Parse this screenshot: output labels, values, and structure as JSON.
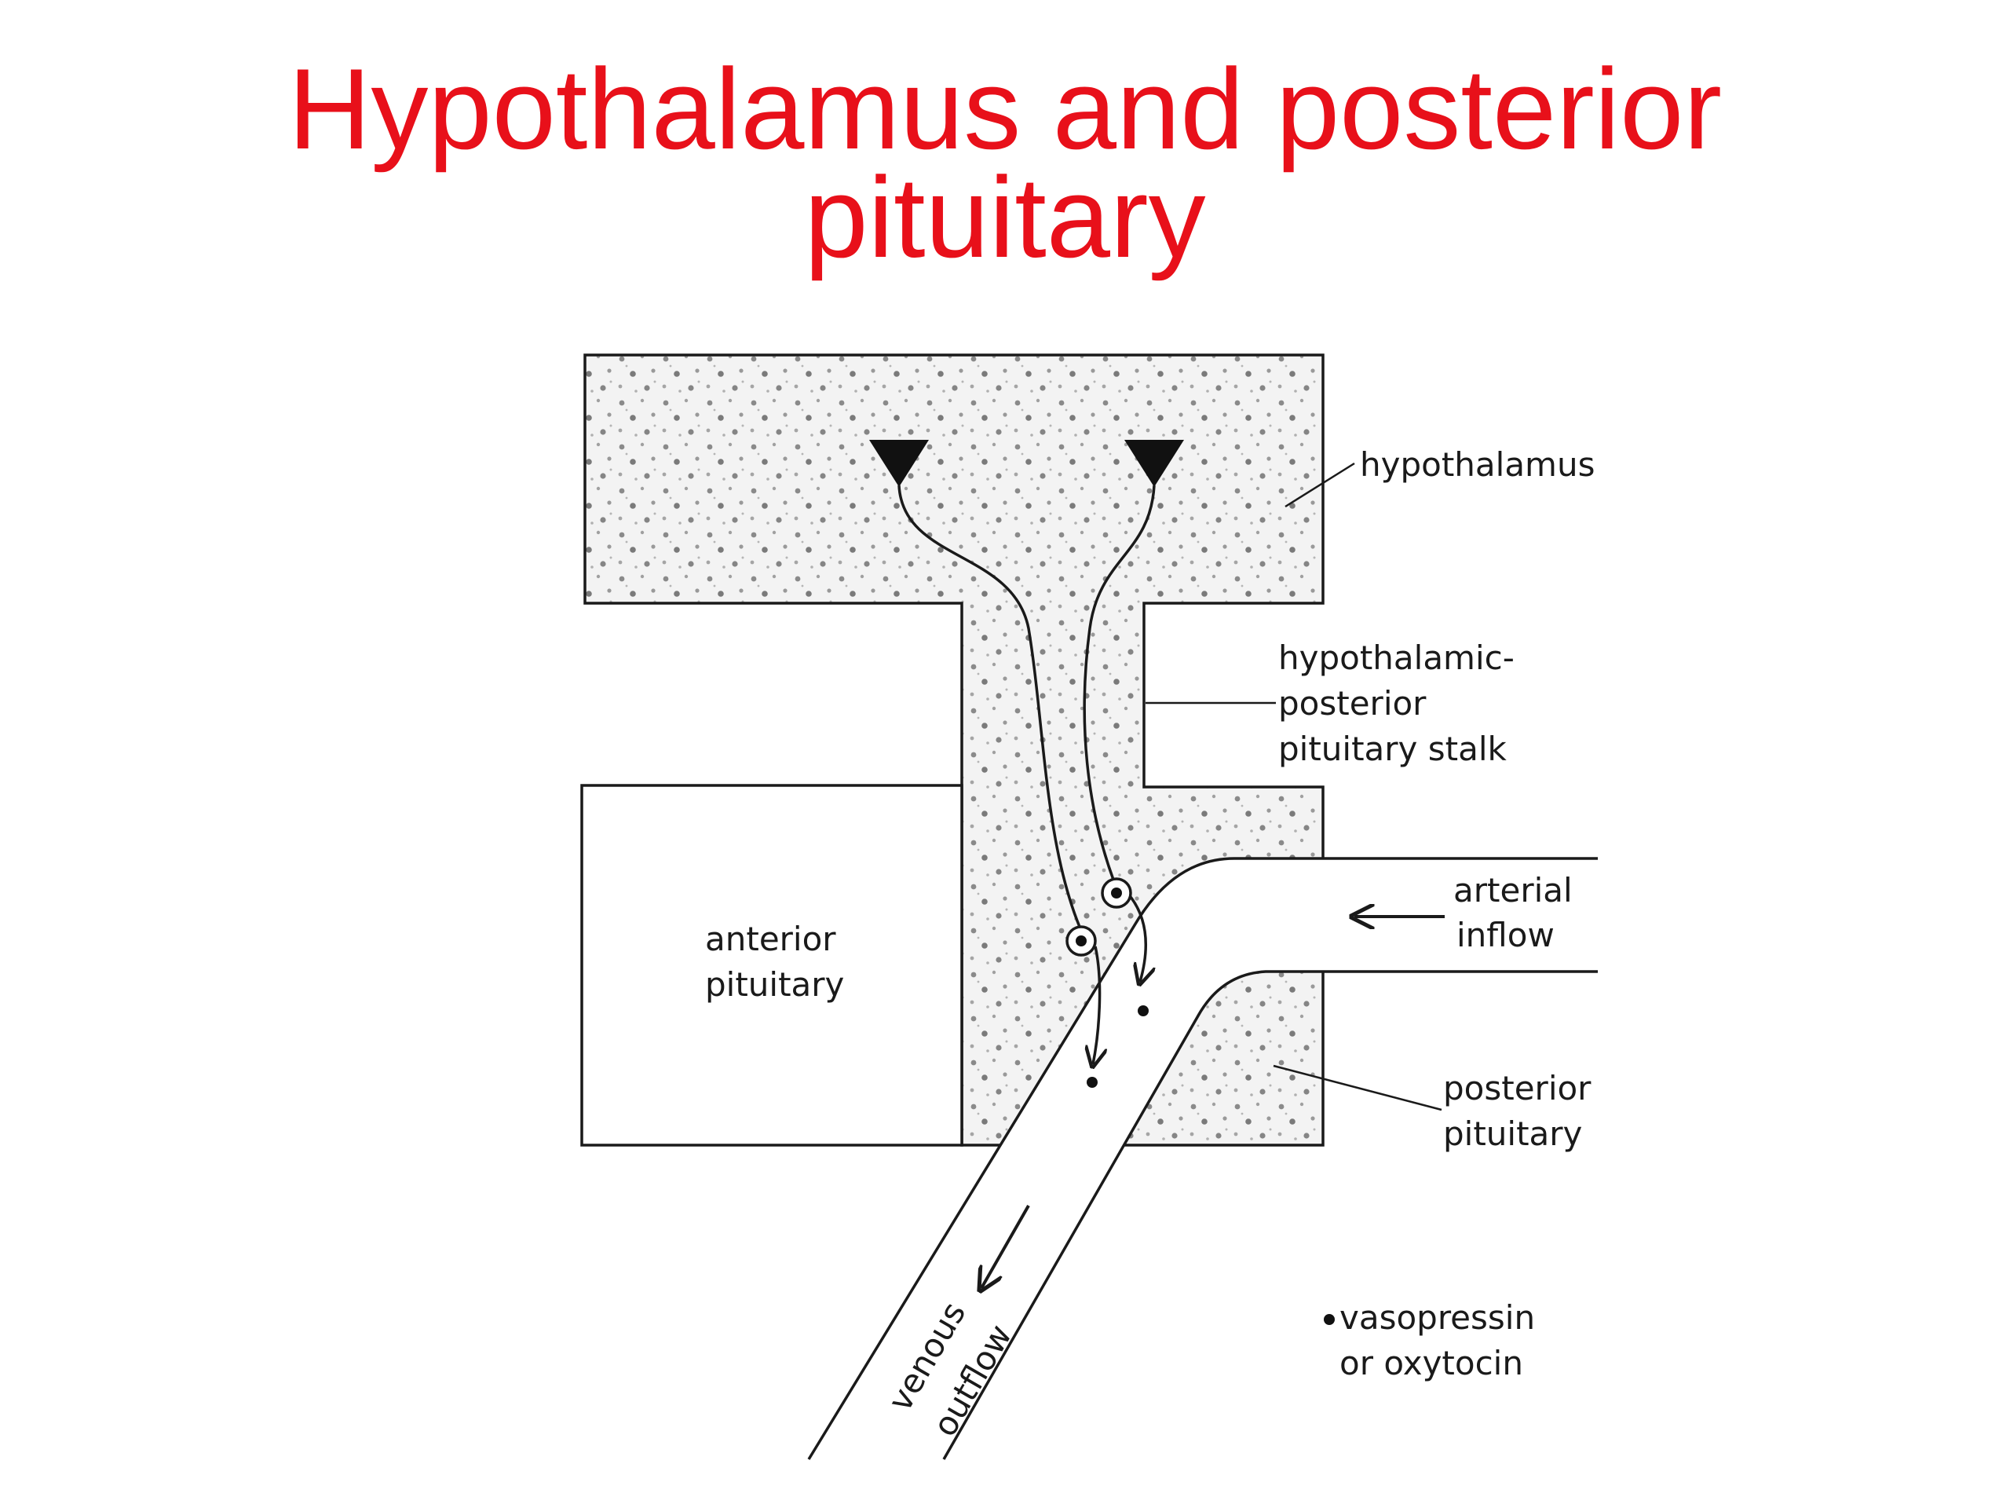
{
  "title": {
    "line1": "Hypothalamus and posterior",
    "line2": "pituitary"
  },
  "diagram": {
    "labels": {
      "hypothalamus": "hypothalamus",
      "stalk_line1": "hypothalamic-",
      "stalk_line2": "posterior",
      "stalk_line3": "pituitary stalk",
      "arterial_line1": "arterial",
      "arterial_line2": "inflow",
      "anterior_line1": "anterior",
      "anterior_line2": "pituitary",
      "posterior_line1": "posterior",
      "posterior_line2": "pituitary",
      "venous_line1": "venous",
      "venous_line2": "outflow",
      "legend_line1": "vasopressin",
      "legend_line2": "or oxytocin"
    },
    "colors": {
      "title": "#e8101a",
      "ink": "#1a1a1a",
      "stipple": "#8a8a8a"
    }
  }
}
